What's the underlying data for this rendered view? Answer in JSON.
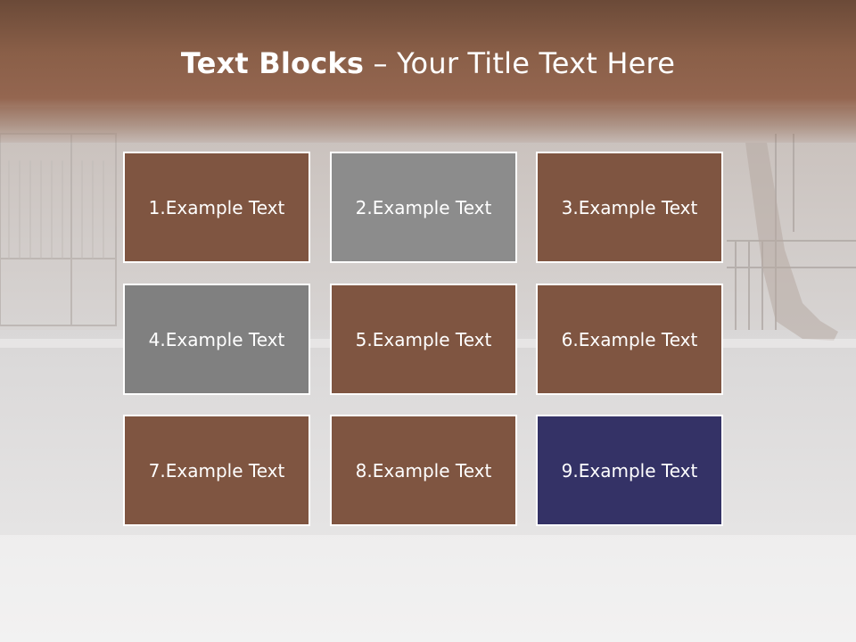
{
  "slide": {
    "title_bold": "Text Blocks",
    "title_dash": " – ",
    "title_rest": "Your Title Text Here"
  },
  "blocks": [
    {
      "label": "1.Example Text",
      "color": "#7f5541"
    },
    {
      "label": "2.Example Text",
      "color": "#8c8c8c"
    },
    {
      "label": "3.Example Text",
      "color": "#7f5541"
    },
    {
      "label": "4.Example Text",
      "color": "#808080"
    },
    {
      "label": "5.Example Text",
      "color": "#7f5541"
    },
    {
      "label": "6.Example Text",
      "color": "#7f5541"
    },
    {
      "label": "7.Example Text",
      "color": "#7f5541"
    },
    {
      "label": "8.Example Text",
      "color": "#7f5541"
    },
    {
      "label": "9.Example Text",
      "color": "#343266"
    }
  ],
  "theme": {
    "header_brown": "#8a5f48",
    "title_color": "#ffffff",
    "block_border": "#ffffff"
  }
}
